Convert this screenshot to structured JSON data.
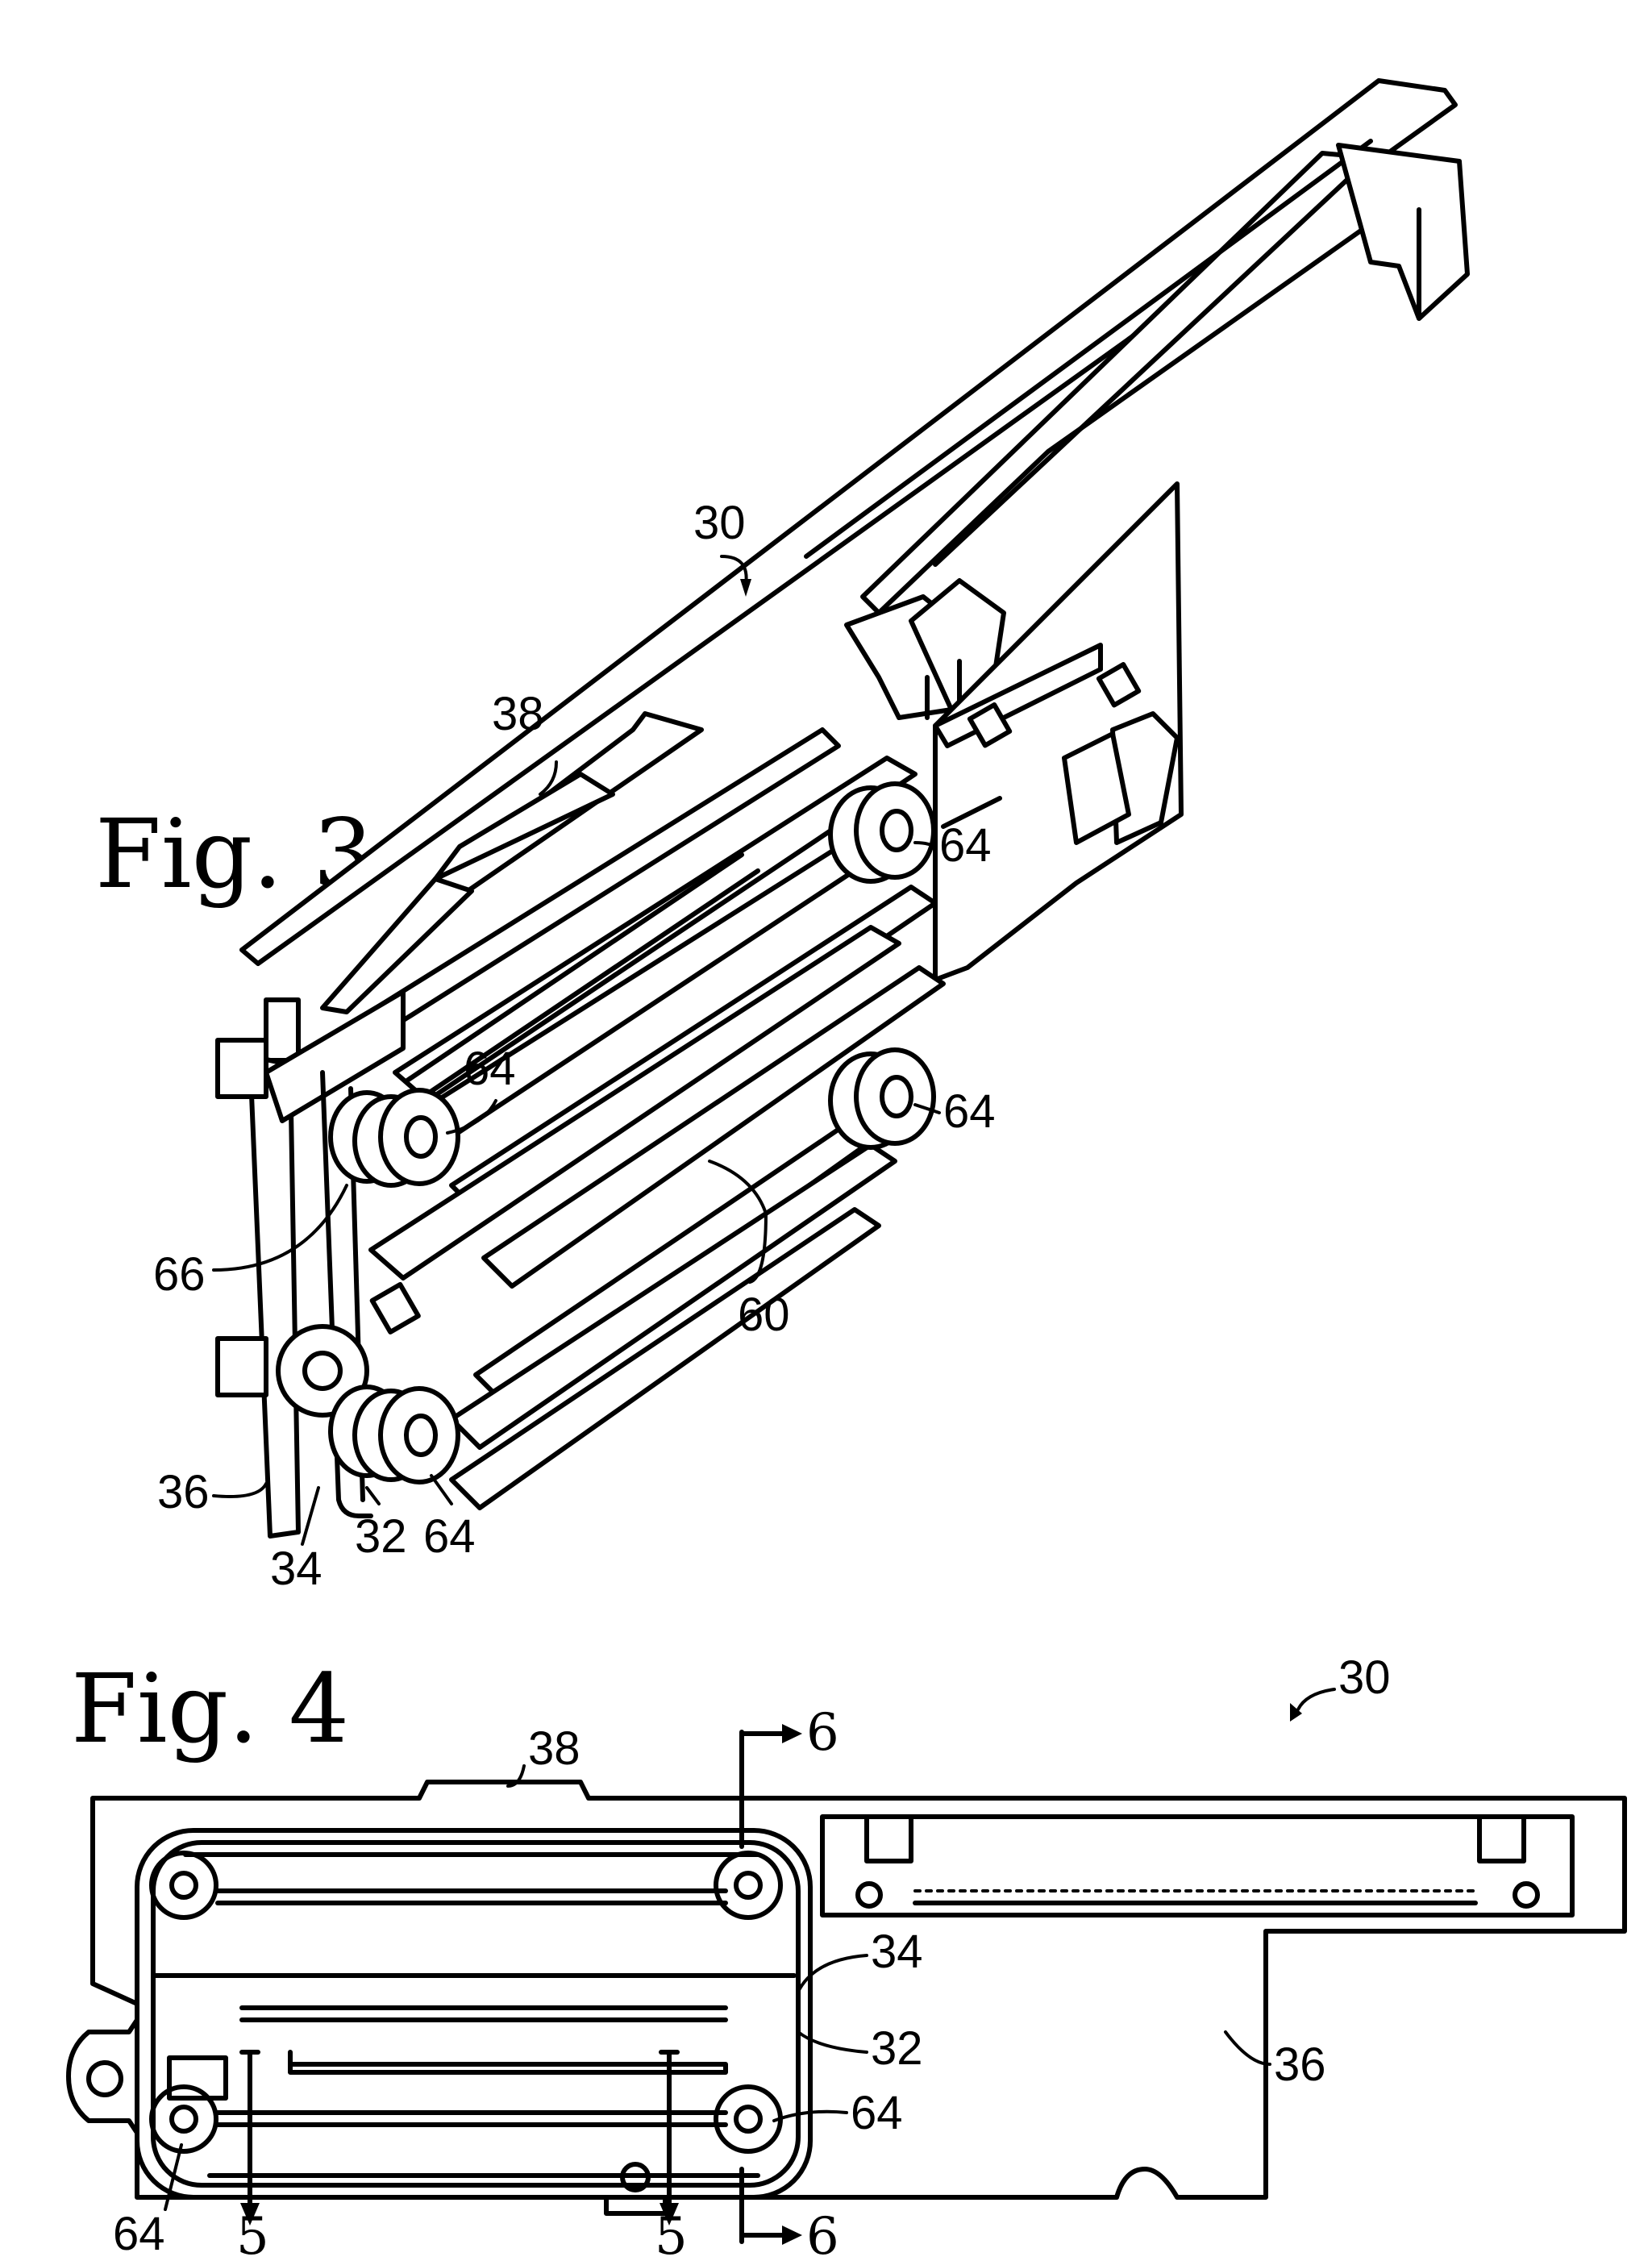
{
  "figures": [
    {
      "id": "fig3",
      "title": "Fig. 3"
    },
    {
      "id": "fig4",
      "title": "Fig. 4"
    }
  ],
  "fig3_labels": {
    "assembly": "30",
    "connector": "38",
    "roller_top_right": "64",
    "roller_mid_right": "64",
    "roller_top_left": "64",
    "roller_bottom": "64",
    "spring": "66",
    "rails": "60",
    "board": "36",
    "frame": "34",
    "plate": "32"
  },
  "fig4_labels": {
    "assembly": "30",
    "connector": "38",
    "frame": "34",
    "plate": "32",
    "board": "36",
    "roller_right": "64",
    "roller_left": "64",
    "section_5_left": "5",
    "section_5_right": "5",
    "section_6_top": "6",
    "section_6_bottom": "6"
  }
}
